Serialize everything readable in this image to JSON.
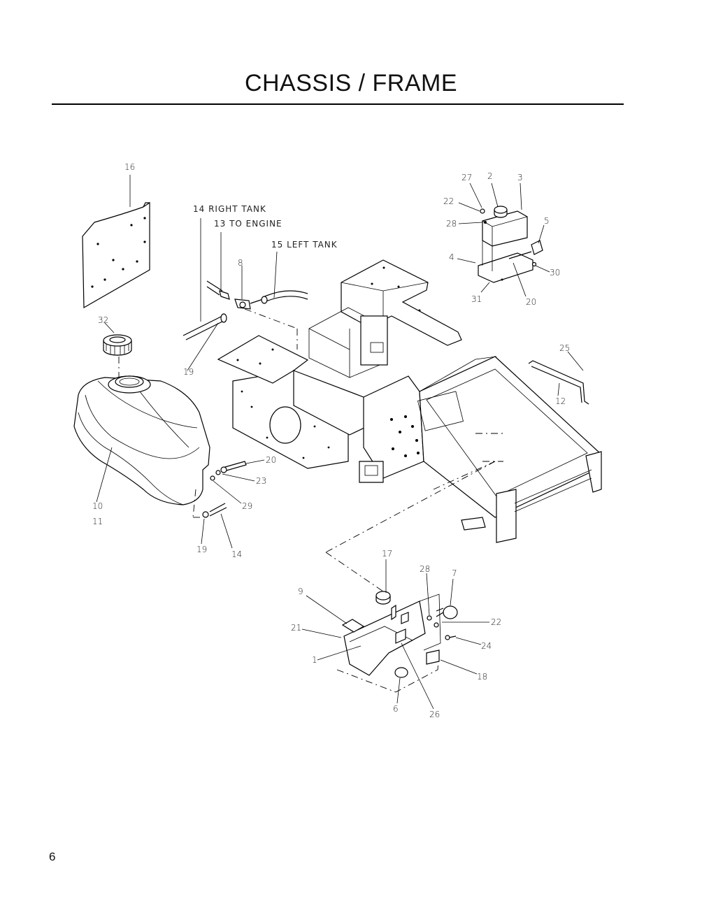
{
  "page": {
    "title": "CHASSIS / FRAME",
    "number": "6"
  },
  "notes": {
    "right_tank": "14  RIGHT TANK",
    "to_engine": "13  TO ENGINE",
    "left_tank": "15  LEFT TANK"
  },
  "callouts": {
    "c16": "16",
    "c27": "27",
    "c2": "2",
    "c3": "3",
    "c22a": "22",
    "c28a": "28",
    "c5": "5",
    "c4": "4",
    "c30": "30",
    "c31": "31",
    "c20a": "20",
    "c8": "8",
    "c32": "32",
    "c19a": "19",
    "c25": "25",
    "c12": "12",
    "c20b": "20",
    "c23": "23",
    "c29": "29",
    "c10": "10",
    "c11": "11",
    "c19b": "19",
    "c14": "14",
    "c17": "17",
    "c28b": "28",
    "c7": "7",
    "c9": "9",
    "c22b": "22",
    "c21": "21",
    "c24": "24",
    "c1": "1",
    "c18": "18",
    "c6": "6",
    "c26": "26"
  }
}
